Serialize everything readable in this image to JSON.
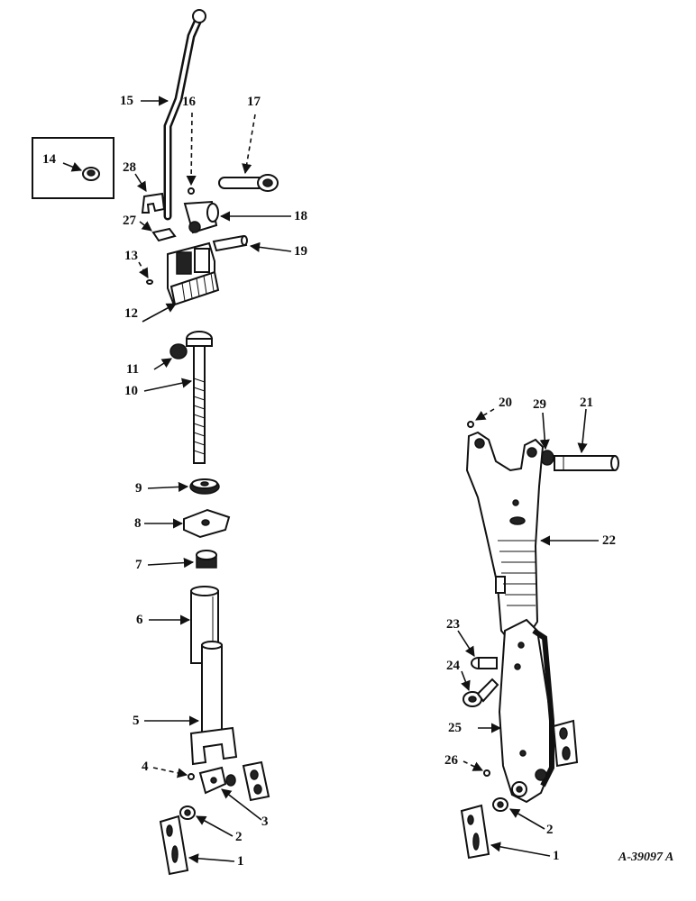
{
  "figure_id": "A-39097 A",
  "callouts": {
    "c1a": "1",
    "c2a": "2",
    "c3": "3",
    "c4": "4",
    "c5": "5",
    "c6": "6",
    "c7": "7",
    "c8": "8",
    "c9": "9",
    "c10": "10",
    "c11": "11",
    "c12": "12",
    "c13": "13",
    "c14": "14",
    "c15": "15",
    "c16": "16",
    "c17": "17",
    "c18": "18",
    "c19": "19",
    "c20": "20",
    "c21": "21",
    "c22": "22",
    "c23": "23",
    "c24": "24",
    "c25": "25",
    "c26": "26",
    "c27": "27",
    "c28": "28",
    "c29": "29",
    "c1b": "1",
    "c2b": "2"
  }
}
